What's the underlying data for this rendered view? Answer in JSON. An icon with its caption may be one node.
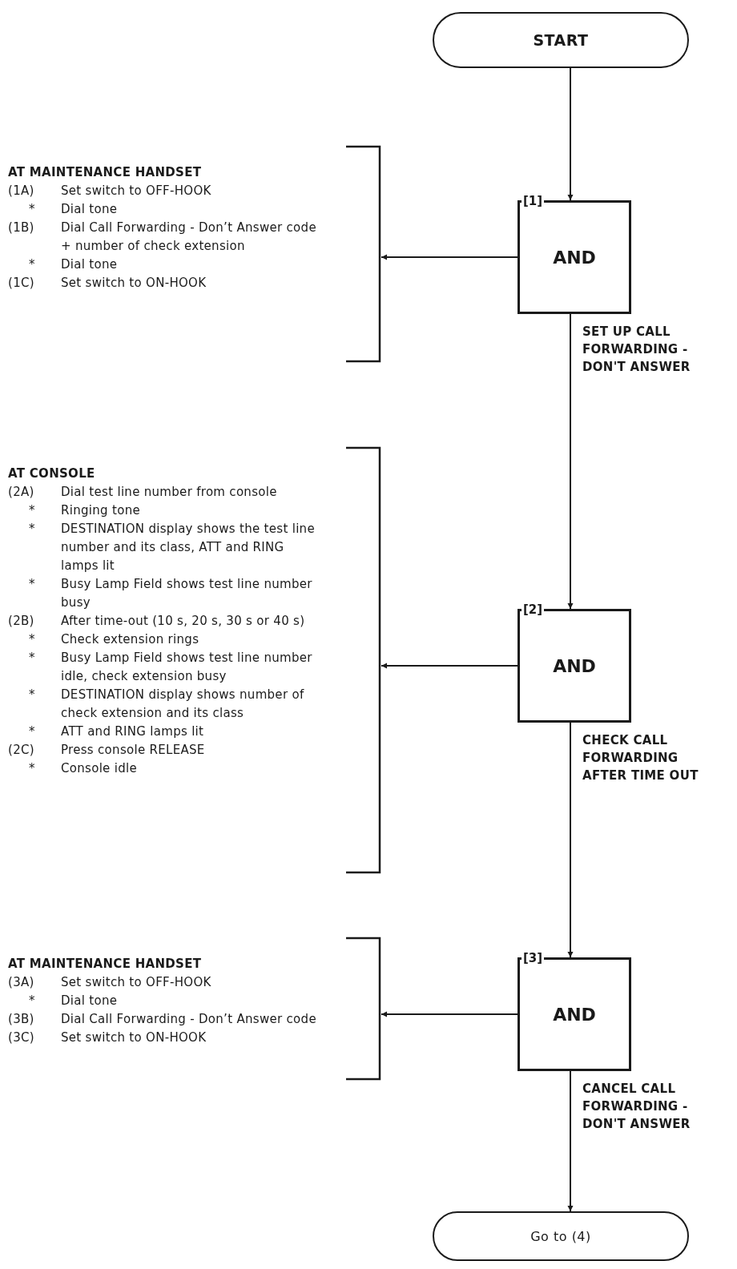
{
  "diagram": {
    "nodes": [
      {
        "text": [
          "START"
        ]
      },
      {
        "text": [
          "AT MAINTENANCE HANDSET",
          "(1A)",
          "Set switch to OFF-HOOK",
          "*",
          "Dial tone",
          "(1B)",
          "Dial Call Forwarding - Don’t Answer code + number of check extension",
          "*",
          "Dial tone",
          "(1C)",
          "Set switch to ON-HOOK"
        ]
      },
      {
        "text": [
          "[1]",
          "AND"
        ],
        "beside": [
          "SET UP CALL FORWARDING - DON'T ANSWER"
        ]
      },
      {
        "text": [
          "AT CONSOLE",
          "(2A)",
          "Dial test line number from console",
          "*",
          "Ringing tone",
          "*",
          "DESTINATION display shows the test line number and its class, ATT and RING lamps lit",
          "*",
          "Busy Lamp Field shows test line number busy",
          "(2B)",
          "After time-out (10 s, 20 s, 30 s or 40 s)",
          "*",
          "Check extension rings",
          "*",
          "Busy Lamp Field shows test line number idle, check extension busy",
          "*",
          "DESTINATION display shows number of check extension and its class",
          "*",
          "ATT and RING lamps lit",
          "(2C)",
          "Press console RELEASE",
          "*",
          "Console idle"
        ]
      },
      {
        "text": [
          "[2]",
          "AND"
        ],
        "beside": [
          "CHECK CALL FORWARDING AFTER TIME OUT"
        ]
      },
      {
        "text": [
          "AT MAINTENANCE HANDSET",
          "(3A)",
          "Set switch to OFF-HOOK",
          "*",
          "Dial tone",
          "(3B)",
          "Dial Call Forwarding - Don’t Answer code",
          "(3C)",
          "Set switch to ON-HOOK"
        ]
      },
      {
        "text": [
          "[3]",
          "AND"
        ],
        "beside": [
          "CANCEL CALL FORWARDING - DON'T ANSWER"
        ]
      },
      {
        "text": [
          "Go to (4)"
        ]
      }
    ],
    "edges": [
      {
        "from": 0,
        "to": 2,
        "arrow": "to"
      },
      {
        "from": 2,
        "to": 1,
        "arrow": "to"
      },
      {
        "from": 2,
        "to": 4,
        "arrow": "to"
      },
      {
        "from": 4,
        "to": 3,
        "arrow": "to"
      },
      {
        "from": 4,
        "to": 6,
        "arrow": "to"
      },
      {
        "from": 6,
        "to": 5,
        "arrow": "to"
      },
      {
        "from": 6,
        "to": 7,
        "arrow": "to"
      }
    ]
  }
}
